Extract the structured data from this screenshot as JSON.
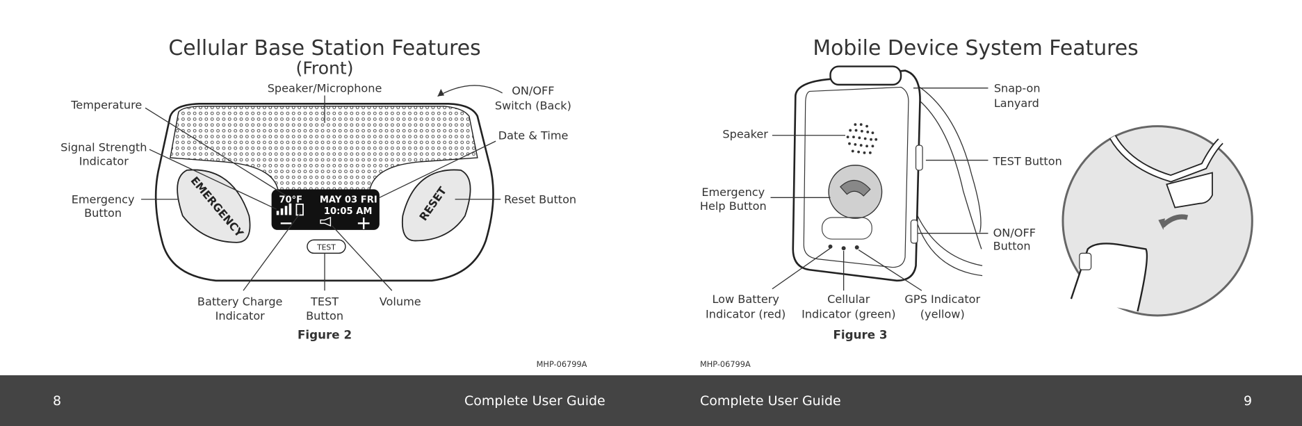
{
  "left_page": {
    "title": "Cellular Base Station Features",
    "subtitle": "(Front)",
    "labels": {
      "speaker_mic": "Speaker/Microphone",
      "temperature": "Temperature",
      "signal_1": "Signal Strength",
      "signal_2": "Indicator",
      "emergency_1": "Emergency",
      "emergency_2": "Button",
      "onoff_1": "ON/OFF",
      "onoff_2": "Switch (Back)",
      "date_time": "Date & Time",
      "reset": "Reset Button",
      "battery_1": "Battery Charge",
      "battery_2": "Indicator",
      "test_1": "TEST",
      "test_2": "Button",
      "volume": "Volume"
    },
    "device": {
      "emergency_pad": "EMERGENCY",
      "reset_pad": "RESET",
      "temp": "70°F",
      "date": "MAY 03 FRI",
      "time": "10:05 AM",
      "test_button": "TEST"
    },
    "figure": "Figure 2",
    "doc_code": "MHP-06799A",
    "page_number": "8",
    "footer_title": "Complete User Guide"
  },
  "right_page": {
    "title": "Mobile Device System Features",
    "labels": {
      "lanyard_1": "Snap-on",
      "lanyard_2": "Lanyard",
      "speaker": "Speaker",
      "help_1": "Emergency",
      "help_2": "Help Button",
      "test": "TEST Button",
      "onoff_1": "ON/OFF",
      "onoff_2": "Button",
      "lowbat_1": "Low Battery",
      "lowbat_2": "Indicator (red)",
      "cell_1": "Cellular",
      "cell_2": "Indicator (green)",
      "gps_1": "GPS Indicator",
      "gps_2": "(yellow)"
    },
    "figure": "Figure 3",
    "doc_code": "MHP-06799A",
    "page_number": "9",
    "footer_title": "Complete User Guide"
  }
}
